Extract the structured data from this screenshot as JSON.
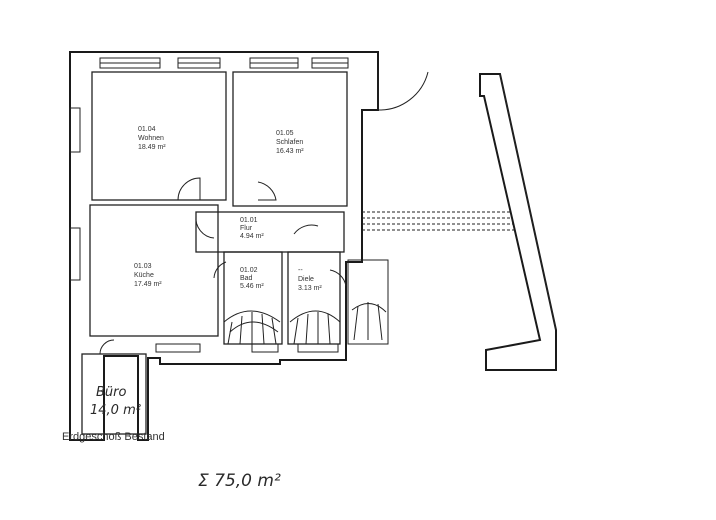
{
  "rooms": [
    {
      "id": "0104",
      "number": "01.04",
      "name": "Wohnen",
      "area": "18.49  m²"
    },
    {
      "id": "0105",
      "number": "01.05",
      "name": "Schlafen",
      "area": "16.43  m²"
    },
    {
      "id": "0101",
      "number": "01.01",
      "name": "Flur",
      "area": "4.94  m²"
    },
    {
      "id": "0103",
      "number": "01.03",
      "name": "Küche",
      "area": "17.49  m²"
    },
    {
      "id": "0102",
      "number": "01.02",
      "name": "Bad",
      "area": "5.46  m²"
    },
    {
      "id": "diele",
      "number": "--",
      "name": "Diele",
      "area": "3.13  m²"
    }
  ],
  "handwritten": {
    "buero_label": "Büro",
    "buero_area": "14,0 m²",
    "sum": "Σ 75,0 m²"
  },
  "caption": "Erdgeschoß Bestand"
}
